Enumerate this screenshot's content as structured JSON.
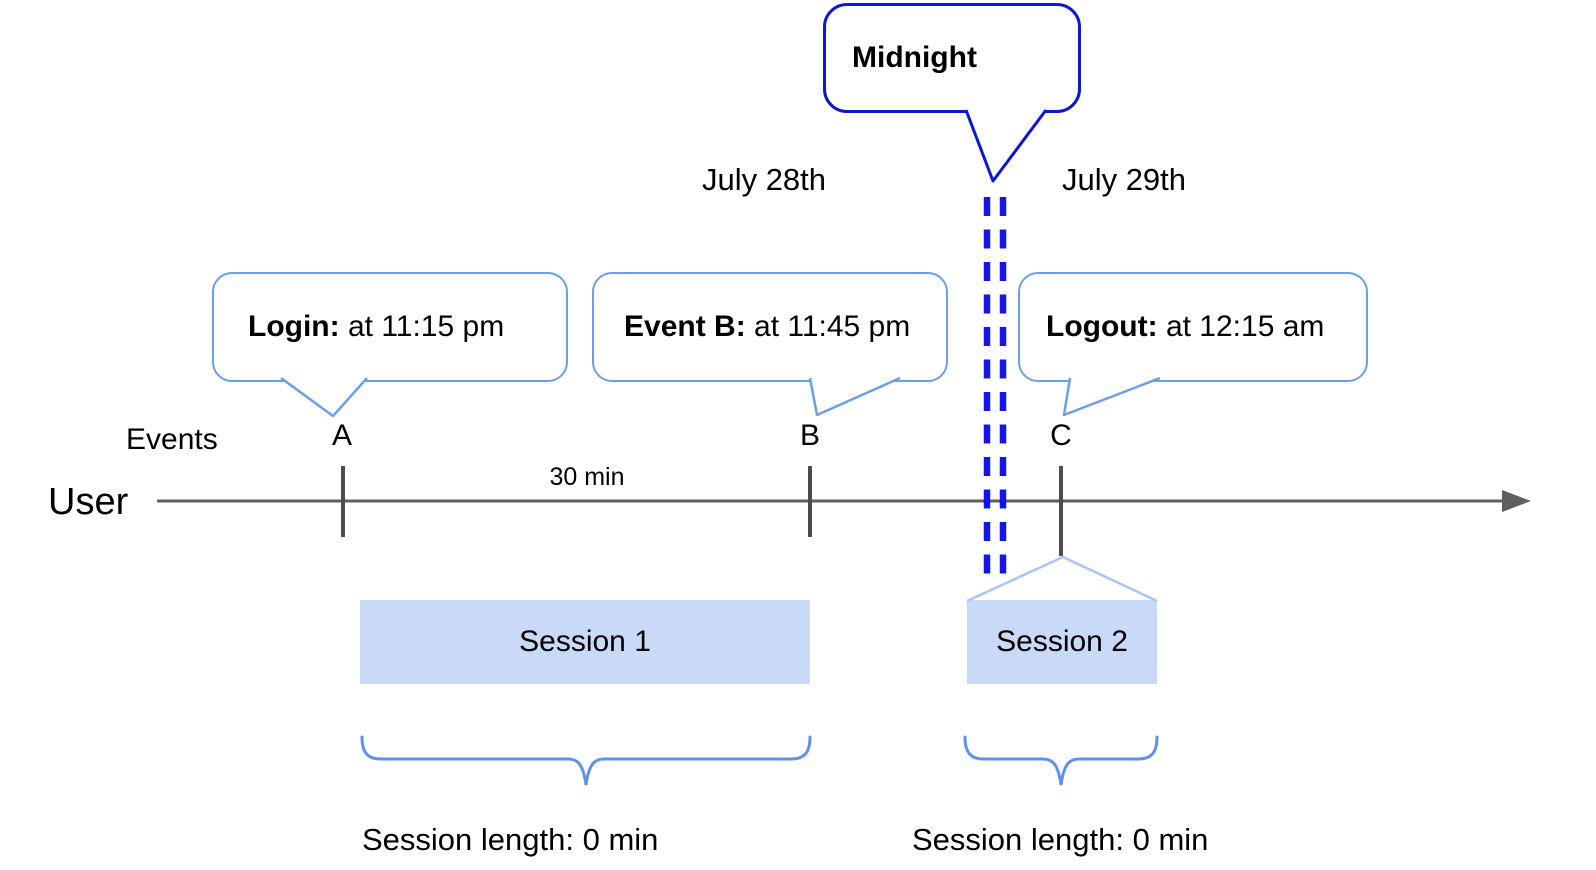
{
  "diagram": {
    "midnight_callout": {
      "label": "Midnight"
    },
    "dates": {
      "left": "July 28th",
      "right": "July 29th"
    },
    "axis": {
      "events_label": "Events",
      "user_label": "User"
    },
    "interval_label": "30 min",
    "events": [
      {
        "id": "A",
        "callout_bold": "Login:",
        "callout_rest": " at 11:15 pm"
      },
      {
        "id": "B",
        "callout_bold": "Event B:",
        "callout_rest": " at 11:45 pm"
      },
      {
        "id": "C",
        "callout_bold": "Logout:",
        "callout_rest": " at 12:15 am"
      }
    ],
    "sessions": [
      {
        "label": "Session 1",
        "length_label": "Session length: 0 min"
      },
      {
        "label": "Session 2",
        "length_label": "Session length: 0 min"
      }
    ],
    "colors": {
      "bubble_border": "#6d9eeb",
      "midnight_border": "#0b17d0",
      "midnight_dash": "#1316e6",
      "session_fill": "#c9daf8",
      "connector_light": "#aac4f6",
      "brace": "#5e90ee",
      "axis": "#5f5f5f",
      "tick": "#4d4d4d",
      "text": "#000000"
    }
  }
}
